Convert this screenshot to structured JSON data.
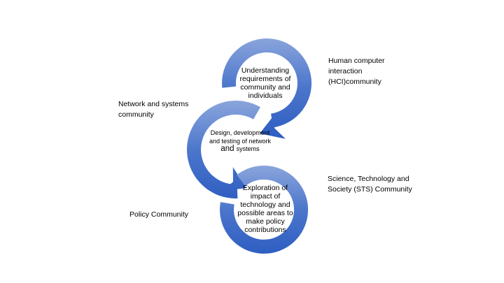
{
  "colors": {
    "background": "#ffffff",
    "text": "#000000",
    "arrow_gradient_light": "#8aa5dc",
    "arrow_gradient_mid": "#4c76cb",
    "arrow_gradient_dark": "#2e5ec2"
  },
  "cycle_steps": {
    "understanding": {
      "lines": [
        "Understanding",
        "requirements of",
        "community and",
        "individuals"
      ]
    },
    "design": {
      "line1": "Design, development",
      "line2": "and testing of network",
      "line3_emphasis": "and",
      "line3_rest": "systems"
    },
    "exploration": {
      "lines": [
        "Exploration of",
        "impact of",
        "technology and",
        "possible areas to",
        "make policy",
        "contributions"
      ]
    }
  },
  "community_labels": {
    "hci": {
      "line1": "Human computer",
      "line2": "interaction",
      "line3": "(HCI)community"
    },
    "network": {
      "line1": "Network and systems",
      "line2": "community"
    },
    "sts": {
      "line1": "Science, Technology and",
      "line2": "Society (STS) Community"
    },
    "policy": {
      "line1": "Policy Community"
    }
  }
}
